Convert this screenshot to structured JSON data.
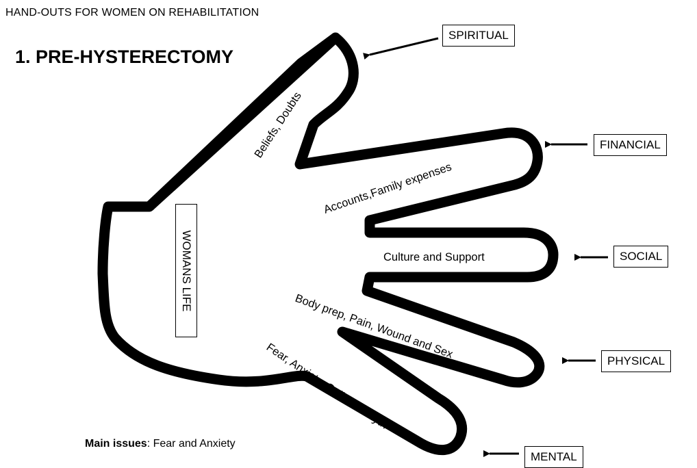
{
  "header": "HAND-OUTS FOR WOMEN ON REHABILITATION",
  "title": "1. PRE-HYSTERECTOMY",
  "center_label": "WOMANS LIFE",
  "fingers": {
    "spiritual": "Beliefs, Doubts",
    "financial": "Accounts,Family expenses",
    "social": "Culture and Support",
    "physical": "Body prep, Pain, Wound and Sex",
    "mental": "Fear, Anxiety, Guilt and Myth"
  },
  "labels": {
    "spiritual": "SPIRITUAL",
    "financial": "FINANCIAL",
    "social": "SOCIAL",
    "physical": "PHYSICAL",
    "mental": "MENTAL"
  },
  "main_issues": {
    "label": "Main issues",
    "text": ": Fear and Anxiety"
  }
}
